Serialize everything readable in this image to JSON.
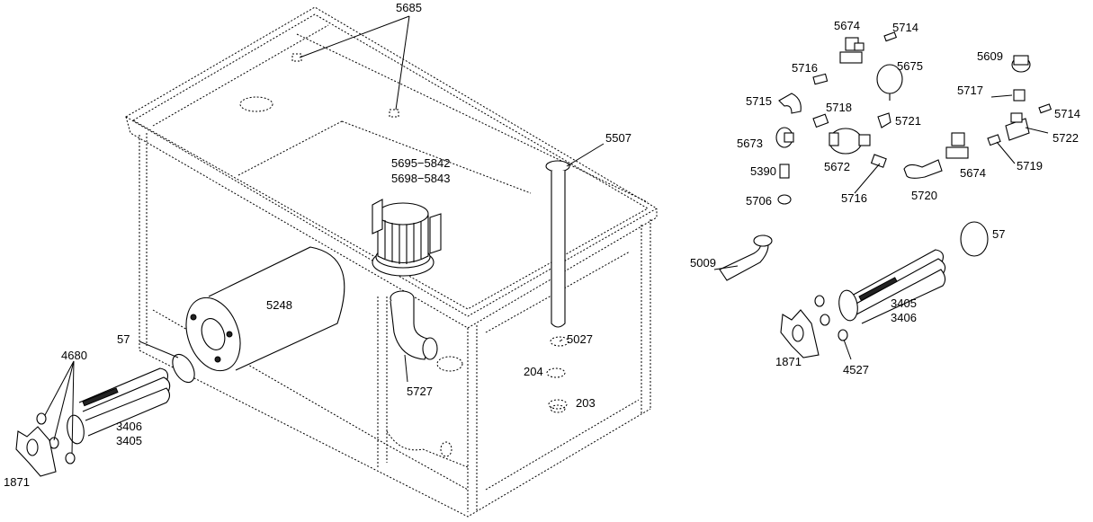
{
  "callouts": {
    "p5685": "5685",
    "p5695_5842": "5695−5842",
    "p5698_5843": "5698−5843",
    "p5507": "5507",
    "p5248": "5248",
    "p57_left": "57",
    "p4680": "4680",
    "p3406_left": "3406",
    "p3405_left": "3405",
    "p1871_left": "1871",
    "p5727": "5727",
    "p5027": "5027",
    "p204": "204",
    "p203": "203",
    "p5674_top": "5674",
    "p5714_top": "5714",
    "p5716_top": "5716",
    "p5675": "5675",
    "p5715": "5715",
    "p5718": "5718",
    "p5721": "5721",
    "p5673": "5673",
    "p5672": "5672",
    "p5390": "5390",
    "p5706": "5706",
    "p5716_mid": "5716",
    "p5720": "5720",
    "p5609": "5609",
    "p5717": "5717",
    "p5714_right": "5714",
    "p5722": "5722",
    "p5674_right": "5674",
    "p5719": "5719",
    "p57_right": "57",
    "p5009": "5009",
    "p3405_right": "3405",
    "p3406_right": "3406",
    "p1871_right": "1871",
    "p4527": "4527"
  }
}
